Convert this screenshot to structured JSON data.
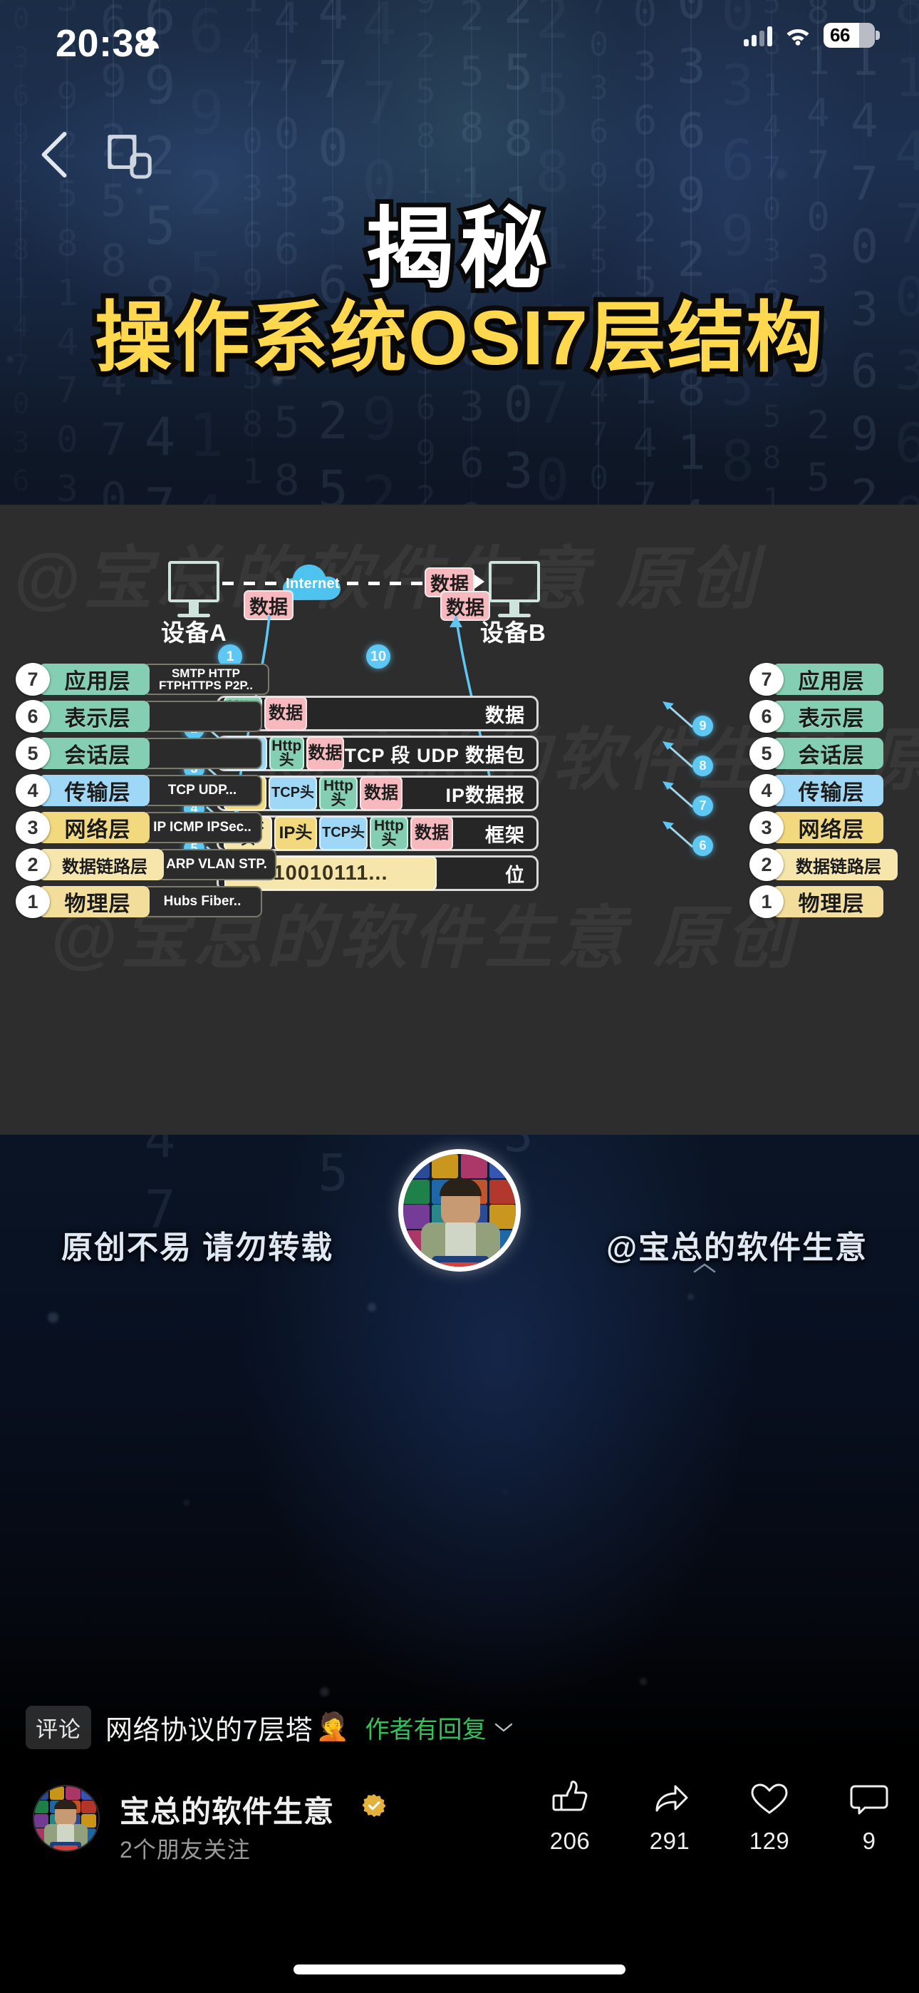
{
  "status_bar": {
    "time": "20:38",
    "person_icon": "person-icon",
    "signal_icon": "cellular-signal-icon",
    "wifi_icon": "wifi-icon",
    "battery_level": "66"
  },
  "nav": {
    "back_icon": "back-chevron-icon",
    "multiwindow_icon": "multi-window-icon"
  },
  "hero": {
    "title": "揭秘",
    "subtitle": "操作系统OSI7层结构"
  },
  "diagram": {
    "watermark": "@宝总的软件生意 原创",
    "device_a": "设备A",
    "device_b": "设备B",
    "cloud_label": "Internet",
    "data_chip": "数据",
    "steps": {
      "s1": "1",
      "s2": "2",
      "s3": "3",
      "s4": "4",
      "s5": "5",
      "s6": "6",
      "s7": "7",
      "s8": "8",
      "s9": "9",
      "s10": "10"
    },
    "layers_left": [
      {
        "num": "7",
        "name": "应用层",
        "protocols": "SMTP HTTP\nFTPHTTPS P2P..",
        "color": "#84cfb4"
      },
      {
        "num": "6",
        "name": "表示层",
        "protocols": "",
        "color": "#84cfb4"
      },
      {
        "num": "5",
        "name": "会话层",
        "protocols": "",
        "color": "#84cfb4"
      },
      {
        "num": "4",
        "name": "传输层",
        "protocols": "TCP UDP...",
        "color": "#9fd8f6"
      },
      {
        "num": "3",
        "name": "网络层",
        "protocols": "IP ICMP IPSec..",
        "color": "#f3d97e"
      },
      {
        "num": "2",
        "name": "数据链路层",
        "protocols": "ARP VLAN STP.",
        "color": "#f6e6ab"
      },
      {
        "num": "1",
        "name": "物理层",
        "protocols": "Hubs Fiber..",
        "color": "#f3dd9a"
      }
    ],
    "layers_right": [
      {
        "num": "7",
        "name": "应用层",
        "color": "#84cfb4"
      },
      {
        "num": "6",
        "name": "表示层",
        "color": "#84cfb4"
      },
      {
        "num": "5",
        "name": "会话层",
        "color": "#84cfb4"
      },
      {
        "num": "4",
        "name": "传输层",
        "color": "#9fd8f6"
      },
      {
        "num": "3",
        "name": "网络层",
        "color": "#f3d97e"
      },
      {
        "num": "2",
        "name": "数据链路层",
        "color": "#f6e6ab"
      },
      {
        "num": "1",
        "name": "物理层",
        "color": "#f3dd9a"
      }
    ],
    "encapsulation": [
      {
        "segments": [
          {
            "t": "Http\n头",
            "c": "#84cfb4"
          },
          {
            "t": "数据",
            "c": "#f7b9be"
          }
        ],
        "label": "数据"
      },
      {
        "segments": [
          {
            "t": "TCP头",
            "c": "#9fd8f6"
          },
          {
            "t": "Http\n头",
            "c": "#84cfb4"
          },
          {
            "t": "数据",
            "c": "#f7b9be"
          }
        ],
        "label": "TCP 段 UDP 数据包"
      },
      {
        "segments": [
          {
            "t": "IP头",
            "c": "#f3d97e"
          },
          {
            "t": "TCP头",
            "c": "#9fd8f6"
          },
          {
            "t": "Http\n头",
            "c": "#84cfb4"
          },
          {
            "t": "数据",
            "c": "#f7b9be"
          }
        ],
        "label": "IP数据报"
      },
      {
        "segments": [
          {
            "t": "MAC头",
            "c": "#f6e6ab"
          },
          {
            "t": "IP头",
            "c": "#f3d97e"
          },
          {
            "t": "TCP头",
            "c": "#9fd8f6"
          },
          {
            "t": "Http\n头",
            "c": "#84cfb4"
          },
          {
            "t": "数据",
            "c": "#f7b9be"
          }
        ],
        "label": "框架"
      },
      {
        "bits": "10010111...",
        "label": "位"
      }
    ]
  },
  "band": {
    "left_text": "原创不易 请勿转载",
    "right_text": "@宝总的软件生意",
    "collapse_icon": "chevron-up-icon"
  },
  "comment": {
    "tag": "评论",
    "text": "网络协议的7层塔",
    "emoji": "🤦",
    "reply_label": "作者有回复",
    "chevron_icon": "chevron-down-icon"
  },
  "bottom": {
    "author_name": "宝总的软件生意",
    "verified_icon": "verified-badge-icon",
    "friends_text": "2个朋友关注",
    "actions": [
      {
        "icon": "thumbs-up-icon",
        "count": "206"
      },
      {
        "icon": "share-arrow-icon",
        "count": "291"
      },
      {
        "icon": "heart-icon",
        "count": "129"
      },
      {
        "icon": "comment-bubble-icon",
        "count": "9"
      }
    ]
  },
  "colors": {
    "accent_blue": "#5ec8f5",
    "reply_green": "#35c05c",
    "title_yellow": "#ffd84d",
    "panel_bg": "#2d2d2d"
  }
}
